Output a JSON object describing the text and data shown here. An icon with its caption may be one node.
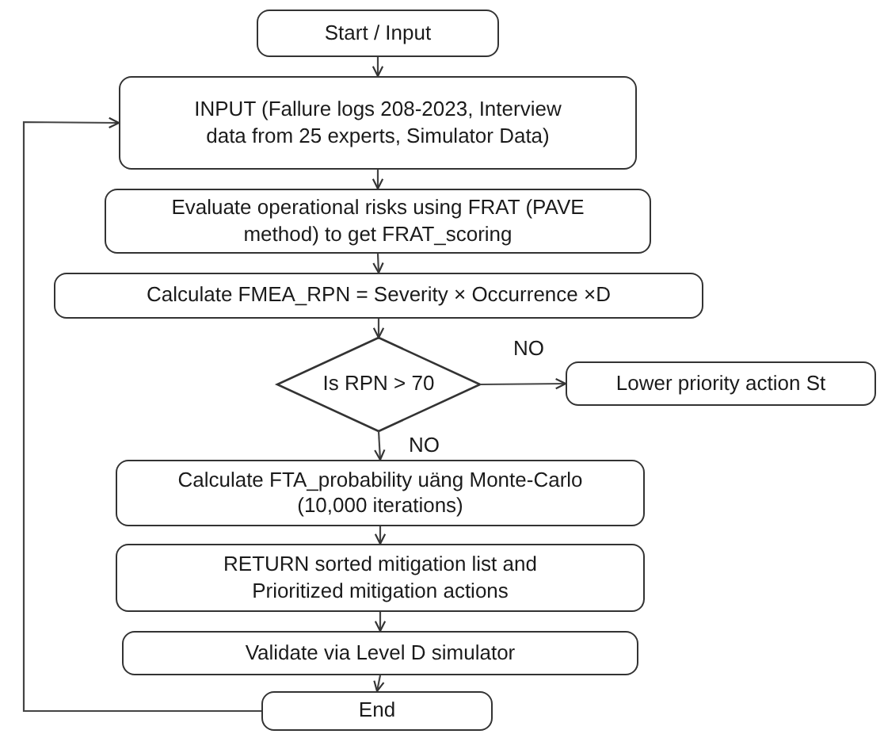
{
  "diagram": {
    "nodes": [
      {
        "text": [
          "Start / Input"
        ]
      },
      {
        "text": [
          "INPUT (Fallure logs 208-2023, Interview data from 25 experts, Simulator Data)"
        ]
      },
      {
        "text": [
          "Evaluate operational risks using FRAT (PAVE method) to get FRAT_scoring"
        ]
      },
      {
        "text": [
          "Calculate FMEA_RPN = Severity × Occurrence ×D"
        ]
      },
      {
        "text": [
          "Is RPN > 70"
        ]
      },
      {
        "text": [
          "Lower priority action St"
        ]
      },
      {
        "text": [
          "Calculate FTA_probability uäng Monte-Carlo (10,000 iterations)"
        ]
      },
      {
        "text": [
          "RETURN sorted mitigation list and Prioritized mitigation actions"
        ]
      },
      {
        "text": [
          "Validate via Level D simulator"
        ]
      },
      {
        "text": [
          "End"
        ]
      }
    ],
    "edges": [
      {
        "from": 0,
        "to": 1,
        "arrow": "to"
      },
      {
        "from": 1,
        "to": 2,
        "arrow": "to"
      },
      {
        "from": 2,
        "to": 3,
        "arrow": "to"
      },
      {
        "from": 3,
        "to": 4,
        "arrow": "to"
      },
      {
        "from": 4,
        "to": 5,
        "arrow": "to",
        "label": "NO"
      },
      {
        "from": 4,
        "to": 6,
        "arrow": "to",
        "label": "NO"
      },
      {
        "from": 6,
        "to": 7,
        "arrow": "to"
      },
      {
        "from": 7,
        "to": 8,
        "arrow": "to"
      },
      {
        "from": 8,
        "to": 9,
        "arrow": "to"
      },
      {
        "from": 9,
        "to": 1,
        "arrow": "to"
      }
    ]
  }
}
